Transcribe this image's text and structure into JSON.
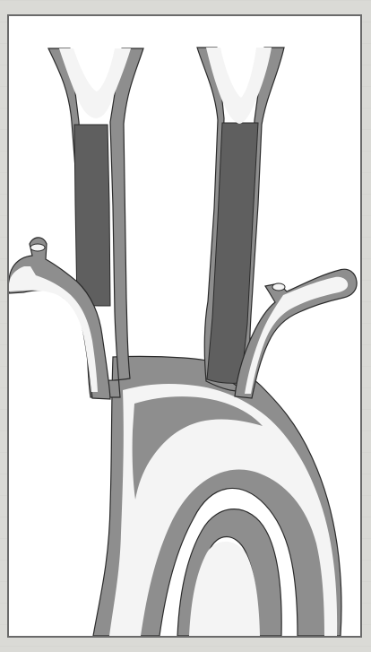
{
  "figure": {
    "caption": "",
    "colors": {
      "page_background": "#dadad6",
      "frame_background": "#ffffff",
      "frame_border": "#6a6a6a",
      "vessel_wall": "#8e8e8e",
      "vessel_lumen": "#f4f4f4",
      "graft_segment": "#5f5f5f",
      "outline": "#2b2b2b"
    },
    "visible_parts": [
      "aortic-arch",
      "left-carotid-branch",
      "right-carotid-branch",
      "left-side-branch",
      "right-side-branch",
      "dark-graft-segments",
      "descending-limb"
    ]
  }
}
